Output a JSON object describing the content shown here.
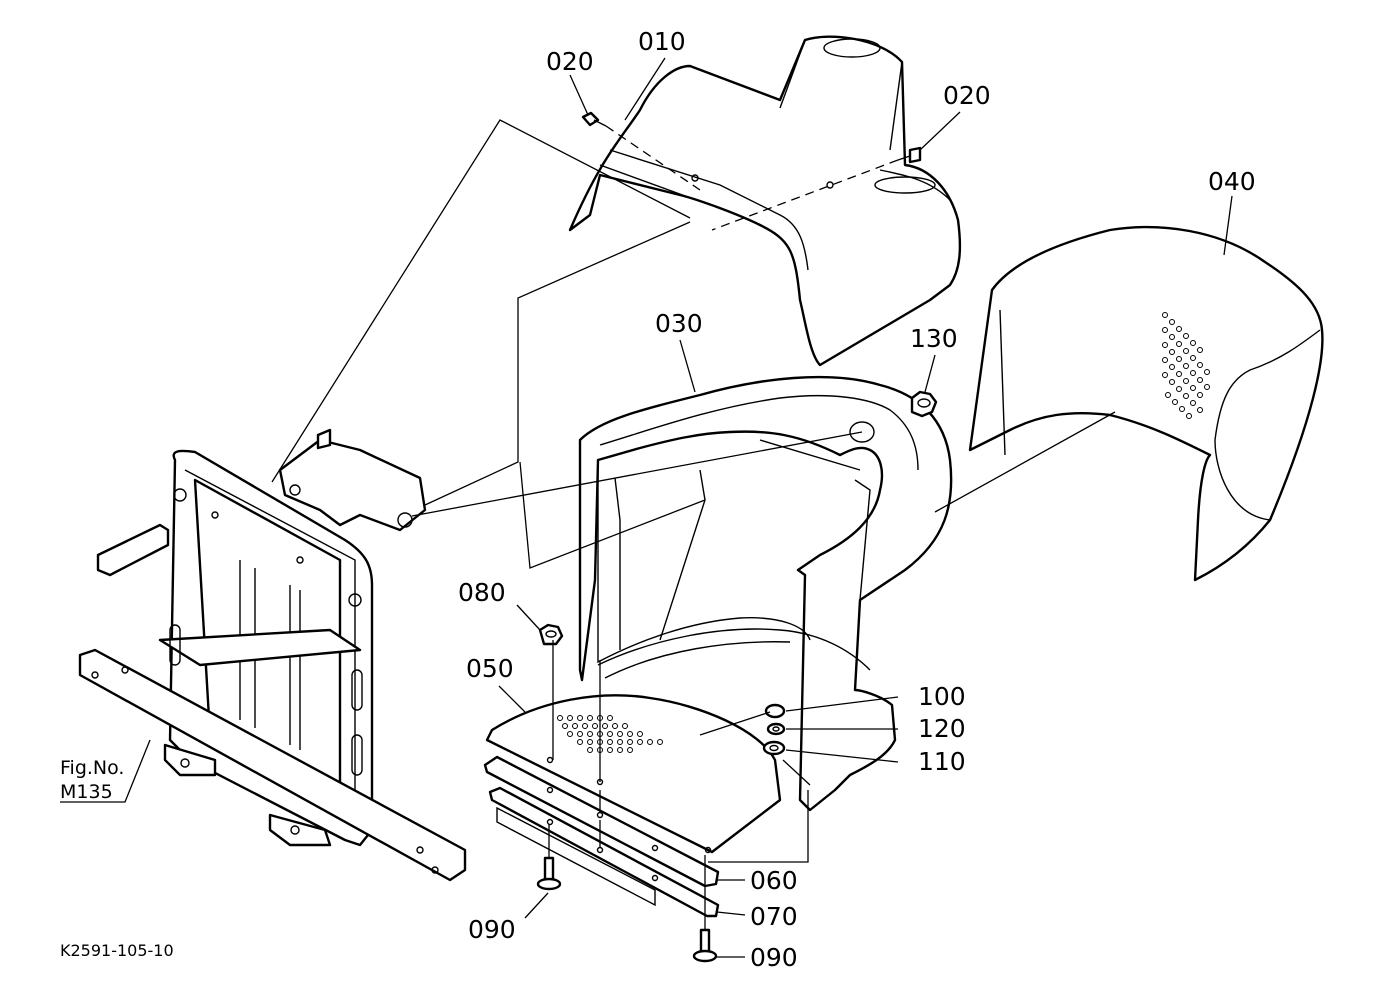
{
  "diagram": {
    "callouts": [
      {
        "id": "010",
        "text": "010"
      },
      {
        "id": "020a",
        "text": "020"
      },
      {
        "id": "020b",
        "text": "020"
      },
      {
        "id": "030",
        "text": "030"
      },
      {
        "id": "040",
        "text": "040"
      },
      {
        "id": "050",
        "text": "050"
      },
      {
        "id": "060",
        "text": "060"
      },
      {
        "id": "070",
        "text": "070"
      },
      {
        "id": "080",
        "text": "080"
      },
      {
        "id": "090a",
        "text": "090"
      },
      {
        "id": "090b",
        "text": "090"
      },
      {
        "id": "100",
        "text": "100"
      },
      {
        "id": "110",
        "text": "110"
      },
      {
        "id": "120",
        "text": "120"
      },
      {
        "id": "130",
        "text": "130"
      }
    ],
    "figure_reference": {
      "line1": "Fig.No.",
      "line2": "M135"
    },
    "drawing_code": "K2591-105-10"
  }
}
